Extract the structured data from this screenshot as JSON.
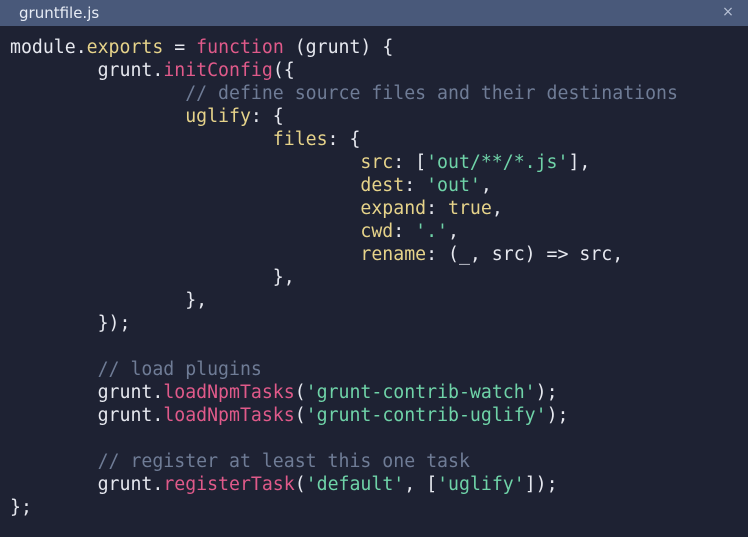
{
  "tab": {
    "title": "gruntfile.js",
    "close_glyph": "×"
  },
  "colors": {
    "background": "#1e2233",
    "tabbar": "#49597a",
    "keyword": "#e05a8a",
    "property": "#e6d38a",
    "string": "#6fd3a8",
    "comment": "#6f7c96",
    "plain": "#e6e8ef"
  },
  "code": {
    "lines": [
      {
        "tokens": [
          {
            "t": "pl",
            "v": "module"
          },
          {
            "t": "pu",
            "v": "."
          },
          {
            "t": "prop",
            "v": "exports"
          },
          {
            "t": "pl",
            "v": " = "
          },
          {
            "t": "kw",
            "v": "function"
          },
          {
            "t": "pl",
            "v": " (grunt) {"
          }
        ]
      },
      {
        "tokens": [
          {
            "t": "pl",
            "v": "        grunt"
          },
          {
            "t": "pu",
            "v": "."
          },
          {
            "t": "fn",
            "v": "initConfig"
          },
          {
            "t": "pl",
            "v": "({"
          }
        ]
      },
      {
        "tokens": [
          {
            "t": "cmt",
            "v": "                // define source files and their destinations"
          }
        ]
      },
      {
        "tokens": [
          {
            "t": "prop",
            "v": "                uglify"
          },
          {
            "t": "pl",
            "v": ": {"
          }
        ]
      },
      {
        "tokens": [
          {
            "t": "prop",
            "v": "                        files"
          },
          {
            "t": "pl",
            "v": ": {"
          }
        ]
      },
      {
        "tokens": [
          {
            "t": "prop",
            "v": "                                src"
          },
          {
            "t": "pl",
            "v": ": ["
          },
          {
            "t": "str",
            "v": "'out/**/*.js'"
          },
          {
            "t": "pl",
            "v": "],"
          }
        ]
      },
      {
        "tokens": [
          {
            "t": "prop",
            "v": "                                dest"
          },
          {
            "t": "pl",
            "v": ": "
          },
          {
            "t": "str",
            "v": "'out'"
          },
          {
            "t": "pl",
            "v": ","
          }
        ]
      },
      {
        "tokens": [
          {
            "t": "prop",
            "v": "                                expand"
          },
          {
            "t": "pl",
            "v": ": "
          },
          {
            "t": "prop",
            "v": "true"
          },
          {
            "t": "pl",
            "v": ","
          }
        ]
      },
      {
        "tokens": [
          {
            "t": "prop",
            "v": "                                cwd"
          },
          {
            "t": "pl",
            "v": ": "
          },
          {
            "t": "str",
            "v": "'.'"
          },
          {
            "t": "pl",
            "v": ","
          }
        ]
      },
      {
        "tokens": [
          {
            "t": "prop",
            "v": "                                rename"
          },
          {
            "t": "pl",
            "v": ": (_, src) => src,"
          }
        ]
      },
      {
        "tokens": [
          {
            "t": "pl",
            "v": "                        },"
          }
        ]
      },
      {
        "tokens": [
          {
            "t": "pl",
            "v": "                },"
          }
        ]
      },
      {
        "tokens": [
          {
            "t": "pl",
            "v": "        });"
          }
        ]
      },
      {
        "tokens": []
      },
      {
        "tokens": [
          {
            "t": "cmt",
            "v": "        // load plugins"
          }
        ]
      },
      {
        "tokens": [
          {
            "t": "pl",
            "v": "        grunt"
          },
          {
            "t": "pu",
            "v": "."
          },
          {
            "t": "fn",
            "v": "loadNpmTasks"
          },
          {
            "t": "pl",
            "v": "("
          },
          {
            "t": "str",
            "v": "'grunt-contrib-watch'"
          },
          {
            "t": "pl",
            "v": ");"
          }
        ]
      },
      {
        "tokens": [
          {
            "t": "pl",
            "v": "        grunt"
          },
          {
            "t": "pu",
            "v": "."
          },
          {
            "t": "fn",
            "v": "loadNpmTasks"
          },
          {
            "t": "pl",
            "v": "("
          },
          {
            "t": "str",
            "v": "'grunt-contrib-uglify'"
          },
          {
            "t": "pl",
            "v": ");"
          }
        ]
      },
      {
        "tokens": []
      },
      {
        "tokens": [
          {
            "t": "cmt",
            "v": "        // register at least this one task"
          }
        ]
      },
      {
        "tokens": [
          {
            "t": "pl",
            "v": "        grunt"
          },
          {
            "t": "pu",
            "v": "."
          },
          {
            "t": "fn",
            "v": "registerTask"
          },
          {
            "t": "pl",
            "v": "("
          },
          {
            "t": "str",
            "v": "'default'"
          },
          {
            "t": "pl",
            "v": ", ["
          },
          {
            "t": "str",
            "v": "'uglify'"
          },
          {
            "t": "pl",
            "v": "]);"
          }
        ]
      },
      {
        "tokens": [
          {
            "t": "pl",
            "v": "};"
          }
        ]
      }
    ]
  }
}
